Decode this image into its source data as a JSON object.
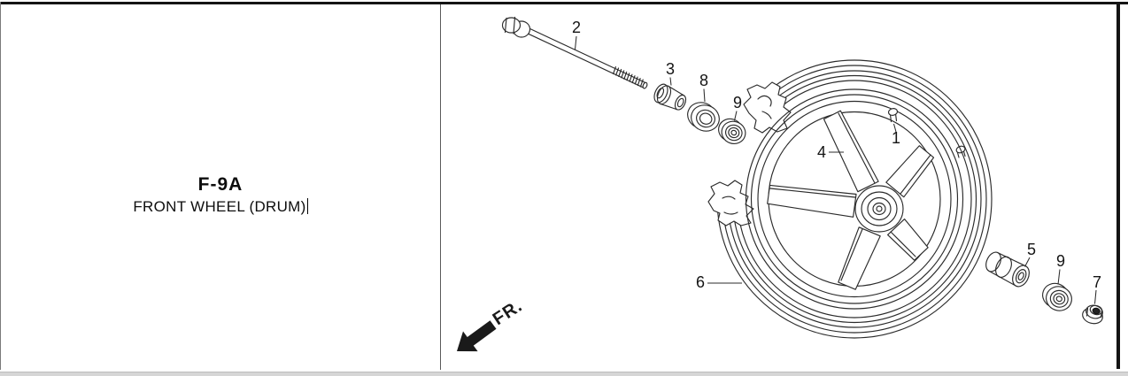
{
  "left_panel": {
    "code": "F-9A",
    "title": "FRONT WHEEL (DRUM)",
    "cursor": "|"
  },
  "diagram": {
    "fr_label": "FR.",
    "callouts": [
      {
        "num": "1"
      },
      {
        "num": "2"
      },
      {
        "num": "3"
      },
      {
        "num": "4"
      },
      {
        "num": "5"
      },
      {
        "num": "6"
      },
      {
        "num": "7"
      },
      {
        "num": "8"
      },
      {
        "num": "9"
      },
      {
        "num": "9"
      }
    ]
  },
  "colors": {
    "line": "#2b2b2b",
    "frame_border": "#141414",
    "bottom_strip": "#d6d6d6",
    "arrow": "#1a1a1a"
  }
}
